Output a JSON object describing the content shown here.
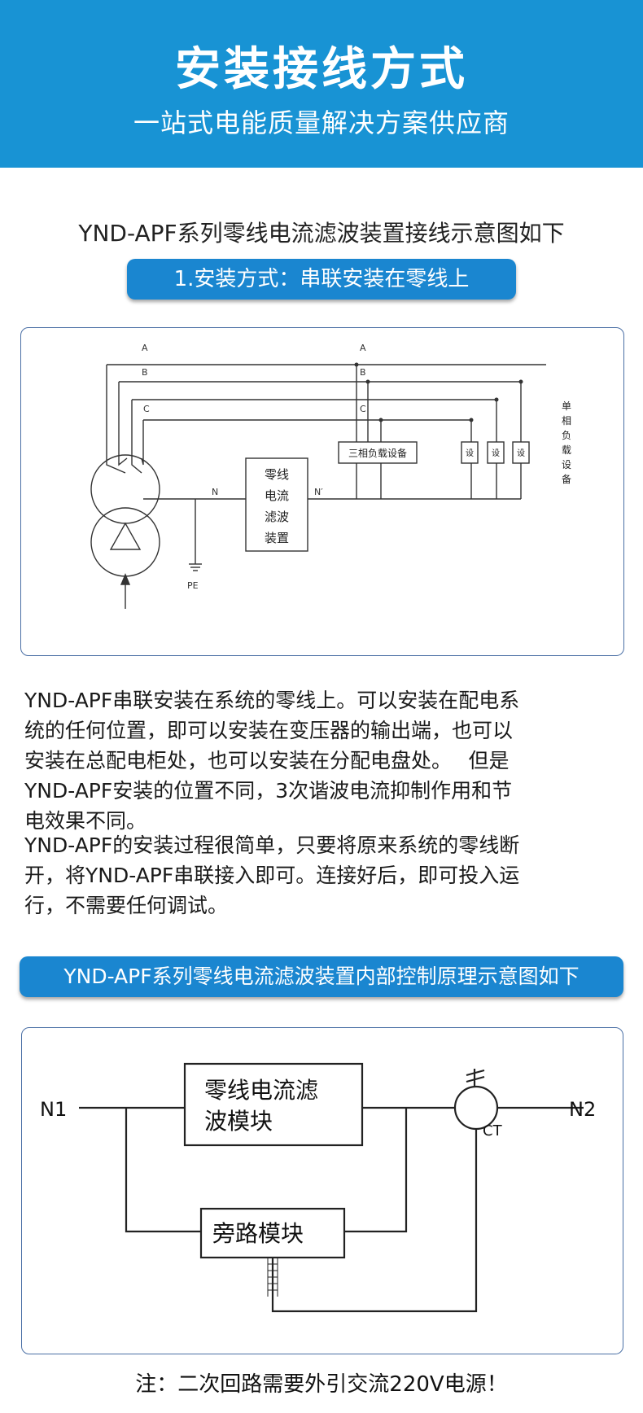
{
  "header": {
    "title": "安装接线方式",
    "subtitle": "一站式电能质量解决方案供应商"
  },
  "section1": {
    "heading": "YND-APF系列零线电流滤波装置接线示意图如下",
    "badge": "1.安装方式：串联安装在零线上"
  },
  "diagram1": {
    "phase_a": "A",
    "phase_b": "B",
    "phase_c": "C",
    "phase_a_right": "A",
    "phase_b_right": "B",
    "phase_c_right": "C",
    "neutral_in": "N",
    "neutral_out": "N′",
    "pe": "PE",
    "filter_lines": [
      "零线",
      "电流",
      "滤波",
      "装置"
    ],
    "three_phase_load": "三相负载设备",
    "single_load_label": "单相负载设备",
    "single_load_chars": [
      "单",
      "相",
      "负",
      "载",
      "设",
      "备"
    ],
    "load_small": "设"
  },
  "paragraphs": {
    "p1_lines": [
      "YND-APF串联安装在系统的零线上。可以安装在配电系",
      "统的任何位置，即可以安装在变压器的输出端，也可以",
      "安装在总配电柜处，也可以安装在分配电盘处。　 但是",
      "YND-APF安装的位置不同，3次谐波电流抑制作用和节",
      "电效果不同。"
    ],
    "p2_lines": [
      "YND-APF的安装过程很简单，只要将原来系统的零线断",
      "开，将YND-APF串联接入即可。连接好后，即可投入运",
      "行，不需要任何调试。"
    ]
  },
  "section2": {
    "badge": "YND-APF系列零线电流滤波装置内部控制原理示意图如下"
  },
  "diagram2": {
    "n1": "N1",
    "n2": "N2",
    "ct": "CT",
    "filter_line1": "零线电流滤",
    "filter_line2": "波模块",
    "bypass": "旁路模块"
  },
  "footer": {
    "note": "注：二次回路需要外引交流220V电源！"
  }
}
